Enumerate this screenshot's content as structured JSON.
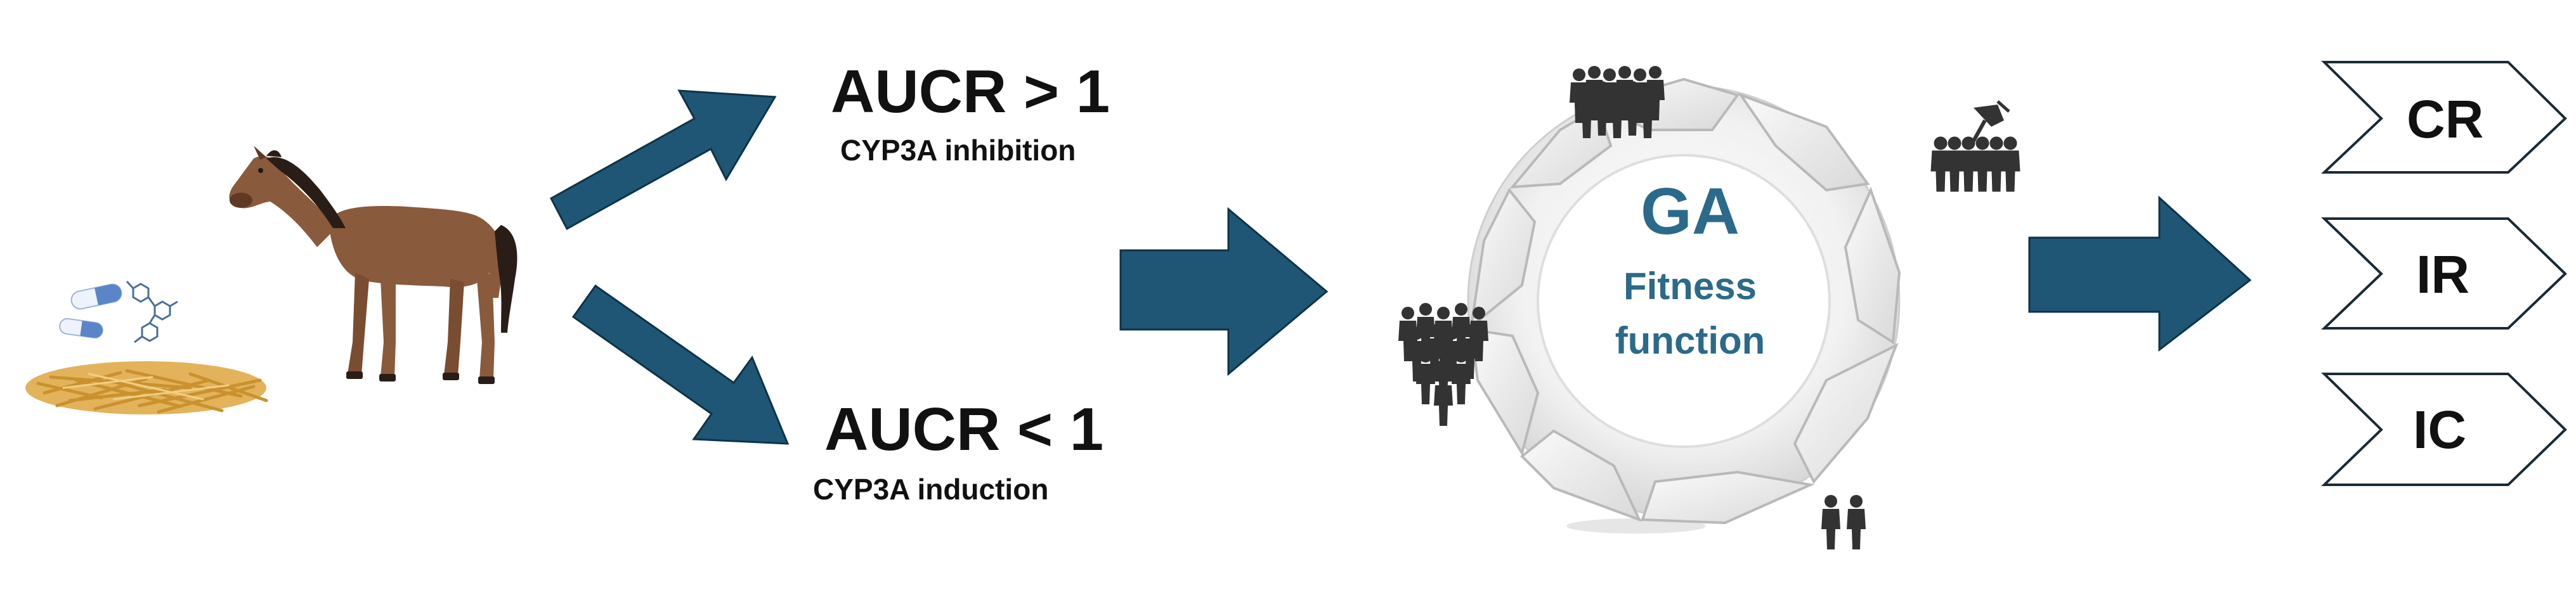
{
  "scenario_top": {
    "title": "AUCR > 1",
    "subtitle": "CYP3A  inhibition"
  },
  "scenario_bottom": {
    "title": "AUCR < 1",
    "subtitle": "CYP3A induction"
  },
  "ga_cycle": {
    "title": "GA",
    "line1": "Fitness",
    "line2": "function"
  },
  "outputs": [
    "CR",
    "IR",
    "IC"
  ],
  "colors": {
    "arrow": "#1f5675",
    "ga_text": "#2b6a8a",
    "horse_body": "#8a5a3c",
    "mane": "#2a1d17",
    "hay": "#d9a648",
    "capsule": "#5a86c9",
    "people": "#333333",
    "chevron_stroke": "#1a2b36"
  },
  "icons": [
    "horse-icon",
    "hay-icon",
    "capsule-icon",
    "molecule-icon",
    "crowd-icon",
    "couple-icon",
    "selection-icon"
  ]
}
